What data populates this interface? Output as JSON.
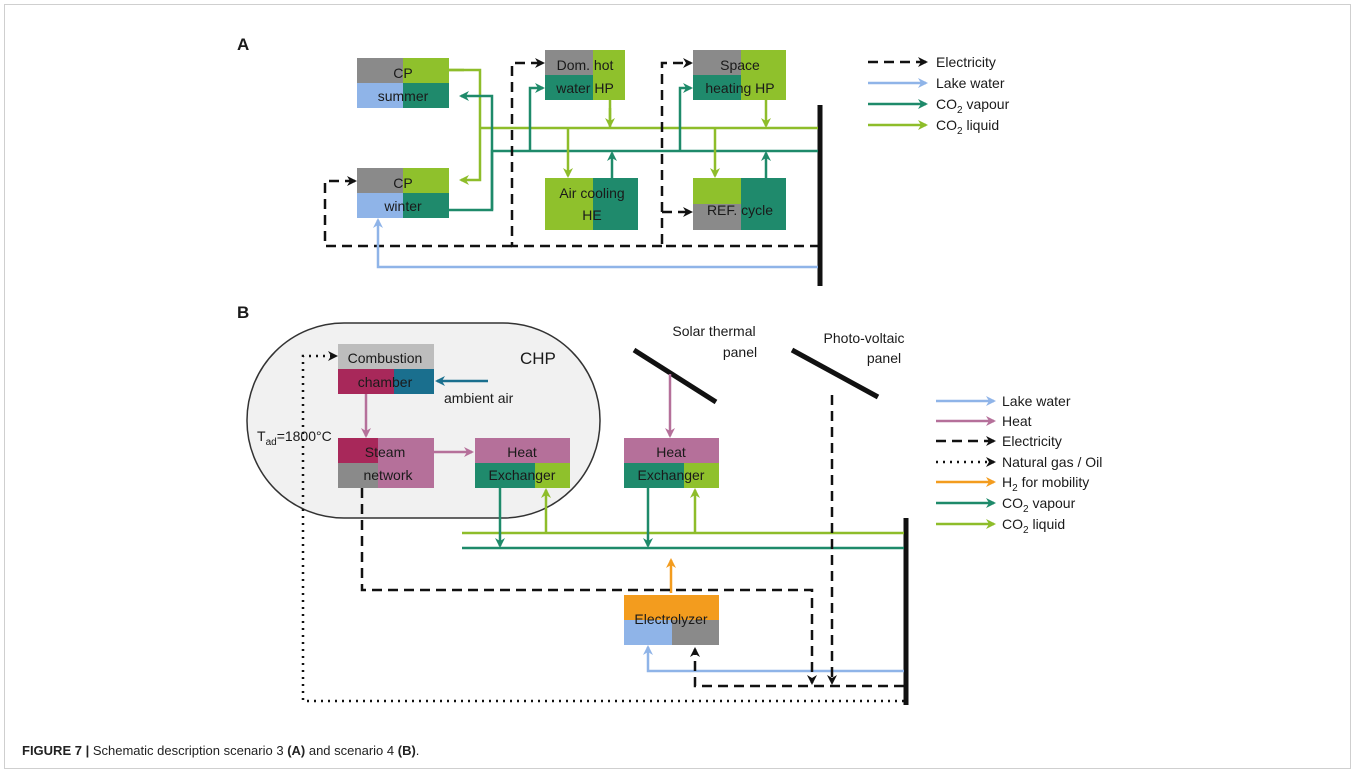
{
  "panel_a": {
    "letter": "A",
    "cp_summer": [
      "CP",
      "summer"
    ],
    "cp_winter": [
      "CP",
      "winter"
    ],
    "dom_hot_water": [
      "Dom. hot",
      "water HP"
    ],
    "space_heating": [
      "Space",
      "heating HP"
    ],
    "air_cooling": [
      "Air cooling",
      "HE"
    ],
    "ref_cycle": "REF. cycle",
    "legend": [
      {
        "label": "Electricity",
        "kind": "electricity"
      },
      {
        "label": "Lake water",
        "kind": "lake"
      },
      {
        "label": "vapour",
        "prefix": "CO",
        "kind": "vapour"
      },
      {
        "label": "liquid",
        "prefix": "CO",
        "kind": "liquid"
      }
    ]
  },
  "panel_b": {
    "letter": "B",
    "chp": "CHP",
    "combustion": [
      "Combustion",
      "chamber"
    ],
    "ambient_air": "ambient air",
    "tad_label": "T",
    "tad_sub": "ad",
    "tad_value": "=1800°C",
    "steam": [
      "Steam",
      "network"
    ],
    "heat_exchanger": [
      "Heat",
      "Exchanger"
    ],
    "solar_panel": [
      "Solar thermal",
      "panel"
    ],
    "pv_panel": [
      "Photo-voltaic",
      "panel"
    ],
    "electrolyzer": "Electrolyzer",
    "legend": [
      {
        "label": "Lake water",
        "kind": "lake"
      },
      {
        "label": "Heat",
        "kind": "heat"
      },
      {
        "label": "Electricity",
        "kind": "electricity"
      },
      {
        "label": "Natural gas / Oil",
        "kind": "gas"
      },
      {
        "label": "for mobility",
        "prefix": "H",
        "sub": "2",
        "kind": "h2"
      },
      {
        "label": "vapour",
        "prefix": "CO",
        "sub": "2",
        "kind": "vapour"
      },
      {
        "label": "liquid",
        "prefix": "CO",
        "sub": "2",
        "kind": "liquid"
      }
    ]
  },
  "caption": {
    "figure": "FIGURE 7 |",
    "text1": " Schematic description scenario 3 ",
    "a": "(A)",
    "text2": " and scenario 4 ",
    "b": "(B)",
    "text3": "."
  },
  "colors": {
    "electricity": "#111111",
    "lake": "#8fb4e8",
    "vapour": "#1e8a6a",
    "liquid": "#8ebd2a",
    "heat": "#b5709a",
    "h2": "#f39c1e",
    "gray": "#8a8a8a",
    "dark_teal": "#1f8a6c",
    "green": "#8fc12c",
    "maroon": "#a8285a",
    "teal_blue": "#1a6f8e"
  }
}
